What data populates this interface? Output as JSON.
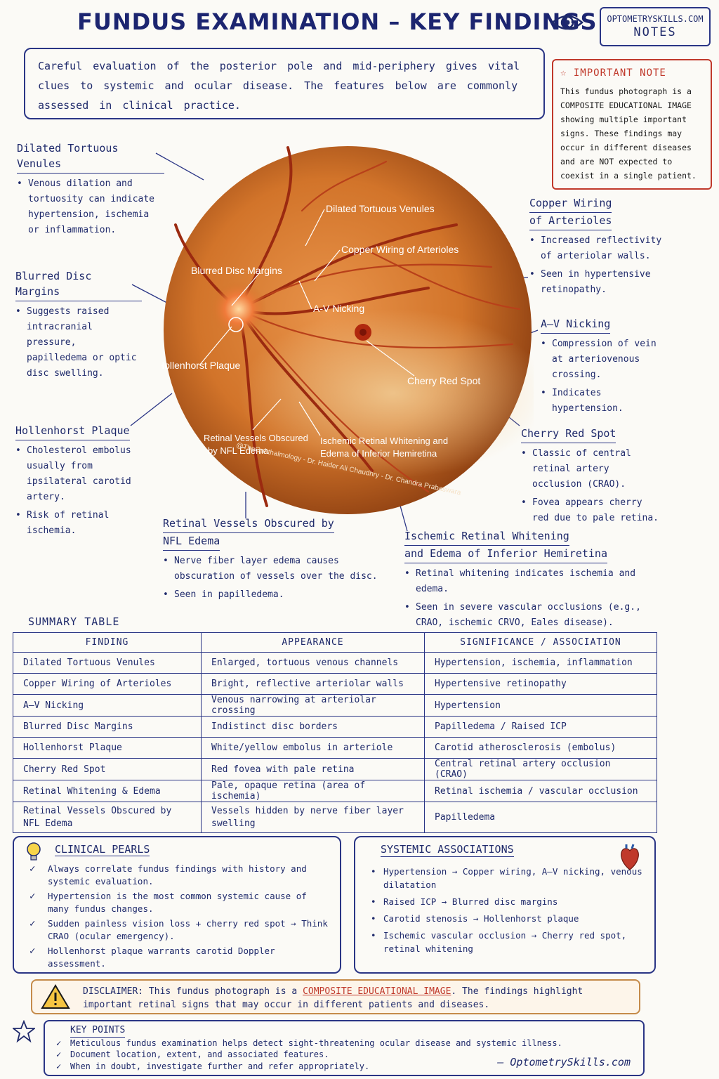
{
  "header": {
    "title": "FUNDUS EXAMINATION – KEY FINDINGS",
    "brand_line1": "OPTOMETRYSKILLS.COM",
    "brand_line2": "NOTES"
  },
  "intro": "Careful evaluation of the posterior pole and mid-periphery gives vital clues to systemic and ocular disease. The features below are commonly assessed in clinical practice.",
  "important_note": {
    "title": "IMPORTANT NOTE",
    "text": "This fundus photograph is a COMPOSITE EDUCATIONAL IMAGE showing multiple important signs. These findings may occur in different diseases and are NOT expected to coexist in a single patient."
  },
  "findings": {
    "dilated": {
      "title": "Dilated Tortuous Venules",
      "bullets": [
        "Venous dilation and tortuosity can indicate hypertension, ischemia or inflammation."
      ]
    },
    "blurred": {
      "title": "Blurred Disc Margins",
      "bullets": [
        "Suggests raised intracranial pressure, papilledema or optic disc swelling."
      ]
    },
    "hollenhorst": {
      "title": "Hollenhorst Plaque",
      "bullets": [
        "Cholesterol embolus usually from ipsilateral carotid artery.",
        "Risk of retinal ischemia."
      ]
    },
    "copper": {
      "title1": "Copper Wiring",
      "title2": "of Arterioles",
      "bullets": [
        "Increased reflectivity of arteriolar walls.",
        "Seen in hypertensive retinopathy."
      ]
    },
    "av": {
      "title": "A–V Nicking",
      "bullets": [
        "Compression of vein at arteriovenous crossing.",
        "Indicates hypertension."
      ]
    },
    "cherry": {
      "title": "Cherry Red Spot",
      "bullets": [
        "Classic of central retinal artery occlusion (CRAO).",
        "Fovea appears cherry red due to pale retina."
      ]
    },
    "obscured": {
      "title1": "Retinal Vessels Obscured by",
      "title2": "NFL Edema",
      "bullets": [
        "Nerve fiber layer edema causes obscuration of vessels over the disc.",
        "Seen in papilledema."
      ]
    },
    "ischemic": {
      "title1": "Ischemic Retinal Whitening",
      "title2": "and Edema of Inferior Hemiretina",
      "bullets": [
        "Retinal whitening indicates ischemia and edema.",
        "Seen in severe vascular occlusions (e.g., CRAO, ischemic CRVO, Eales disease)."
      ]
    }
  },
  "photo_labels": {
    "dilated": "Dilated Tortuous Venules",
    "copper": "Copper Wiring of Arterioles",
    "blurred": "Blurred Disc Margins",
    "av": "A-V Nicking",
    "hollenhorst": "Hollenhorst Plaque",
    "cherry": "Cherry Red Spot",
    "obscured1": "Retinal Vessels Obscured",
    "obscured2": "by NFL Edema",
    "ischemic1": "Ischemic Retinal Whitening and",
    "ischemic2": "Edema of Inferior Hemiretina",
    "credit": "@TheOphthalmology - Dr. Haider Ali Chaudhry - Dr. Chandra Prabaswara"
  },
  "summary": {
    "title": "SUMMARY TABLE",
    "headers": [
      "FINDING",
      "APPEARANCE",
      "SIGNIFICANCE / ASSOCIATION"
    ],
    "rows": [
      [
        "Dilated Tortuous Venules",
        "Enlarged, tortuous venous channels",
        "Hypertension, ischemia, inflammation"
      ],
      [
        "Copper Wiring of Arterioles",
        "Bright, reflective arteriolar walls",
        "Hypertensive retinopathy"
      ],
      [
        "A–V Nicking",
        "Venous narrowing at arteriolar crossing",
        "Hypertension"
      ],
      [
        "Blurred Disc Margins",
        "Indistinct disc borders",
        "Papilledema / Raised ICP"
      ],
      [
        "Hollenhorst Plaque",
        "White/yellow embolus in arteriole",
        "Carotid atherosclerosis (embolus)"
      ],
      [
        "Cherry Red Spot",
        "Red fovea with pale retina",
        "Central retinal artery occlusion (CRAO)"
      ],
      [
        "Retinal Whitening & Edema",
        "Pale, opaque retina (area of ischemia)",
        "Retinal ischemia / vascular occlusion"
      ],
      [
        "Retinal Vessels Obscured by NFL Edema",
        "Vessels hidden by nerve fiber layer swelling",
        "Papilledema"
      ]
    ]
  },
  "pearls": {
    "title": "CLINICAL PEARLS",
    "items": [
      "Always correlate fundus findings with history and systemic evaluation.",
      "Hypertension is the most common systemic cause of many fundus changes.",
      "Sudden painless vision loss + cherry red spot → Think CRAO (ocular emergency).",
      "Hollenhorst plaque warrants carotid Doppler assessment."
    ]
  },
  "systemic": {
    "title": "SYSTEMIC ASSOCIATIONS",
    "items": [
      "Hypertension → Copper wiring, A–V nicking, venous dilatation",
      "Raised ICP → Blurred disc margins",
      "Carotid stenosis → Hollenhorst plaque",
      "Ischemic vascular occlusion → Cherry red spot, retinal whitening"
    ]
  },
  "disclaimer": {
    "label": "DISCLAIMER:",
    "pre": "This fundus photograph is a",
    "highlight": "COMPOSITE EDUCATIONAL IMAGE",
    "post": ". The findings highlight important retinal signs that may occur in different patients and diseases."
  },
  "key_points": {
    "title": "KEY POINTS",
    "items": [
      "Meticulous fundus examination helps detect sight-threatening ocular disease and systemic illness.",
      "Document location, extent, and associated features.",
      "When in doubt, investigate further and refer appropriately."
    ],
    "signature": "— OptometrySkills.com"
  },
  "colors": {
    "ink": "#1f2a6b",
    "red_accent": "#c0392b",
    "fundus_orange": "#d9782a"
  }
}
